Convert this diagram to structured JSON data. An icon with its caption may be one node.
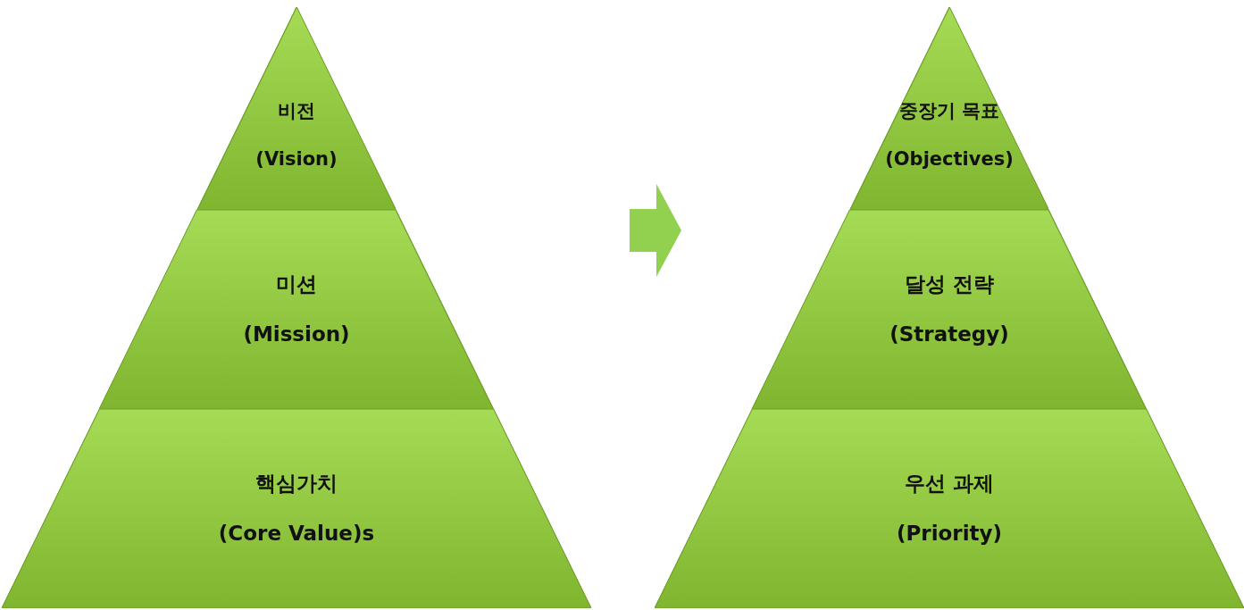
{
  "diagram": {
    "nodes": [
      {
        "text": [],
        "shape": "triangle"
      },
      {
        "text": [
          "비전",
          "(Vision)"
        ],
        "in": 0
      },
      {
        "text": [
          "미션",
          "(Mission)"
        ],
        "in": 0
      },
      {
        "text": [
          "핵심가치",
          "(Core Value)s"
        ],
        "in": 0
      },
      {
        "text": [],
        "shape": "triangle"
      },
      {
        "text": [
          "중장기 목표",
          "(Objectives)"
        ],
        "in": 4
      },
      {
        "text": [
          "달성 전략",
          "(Strategy)"
        ],
        "in": 4
      },
      {
        "text": [
          "우선 과제",
          "(Priority)"
        ],
        "in": 4
      }
    ],
    "edges": [
      {
        "from": 0,
        "to": 4,
        "arrow": "to"
      }
    ]
  }
}
